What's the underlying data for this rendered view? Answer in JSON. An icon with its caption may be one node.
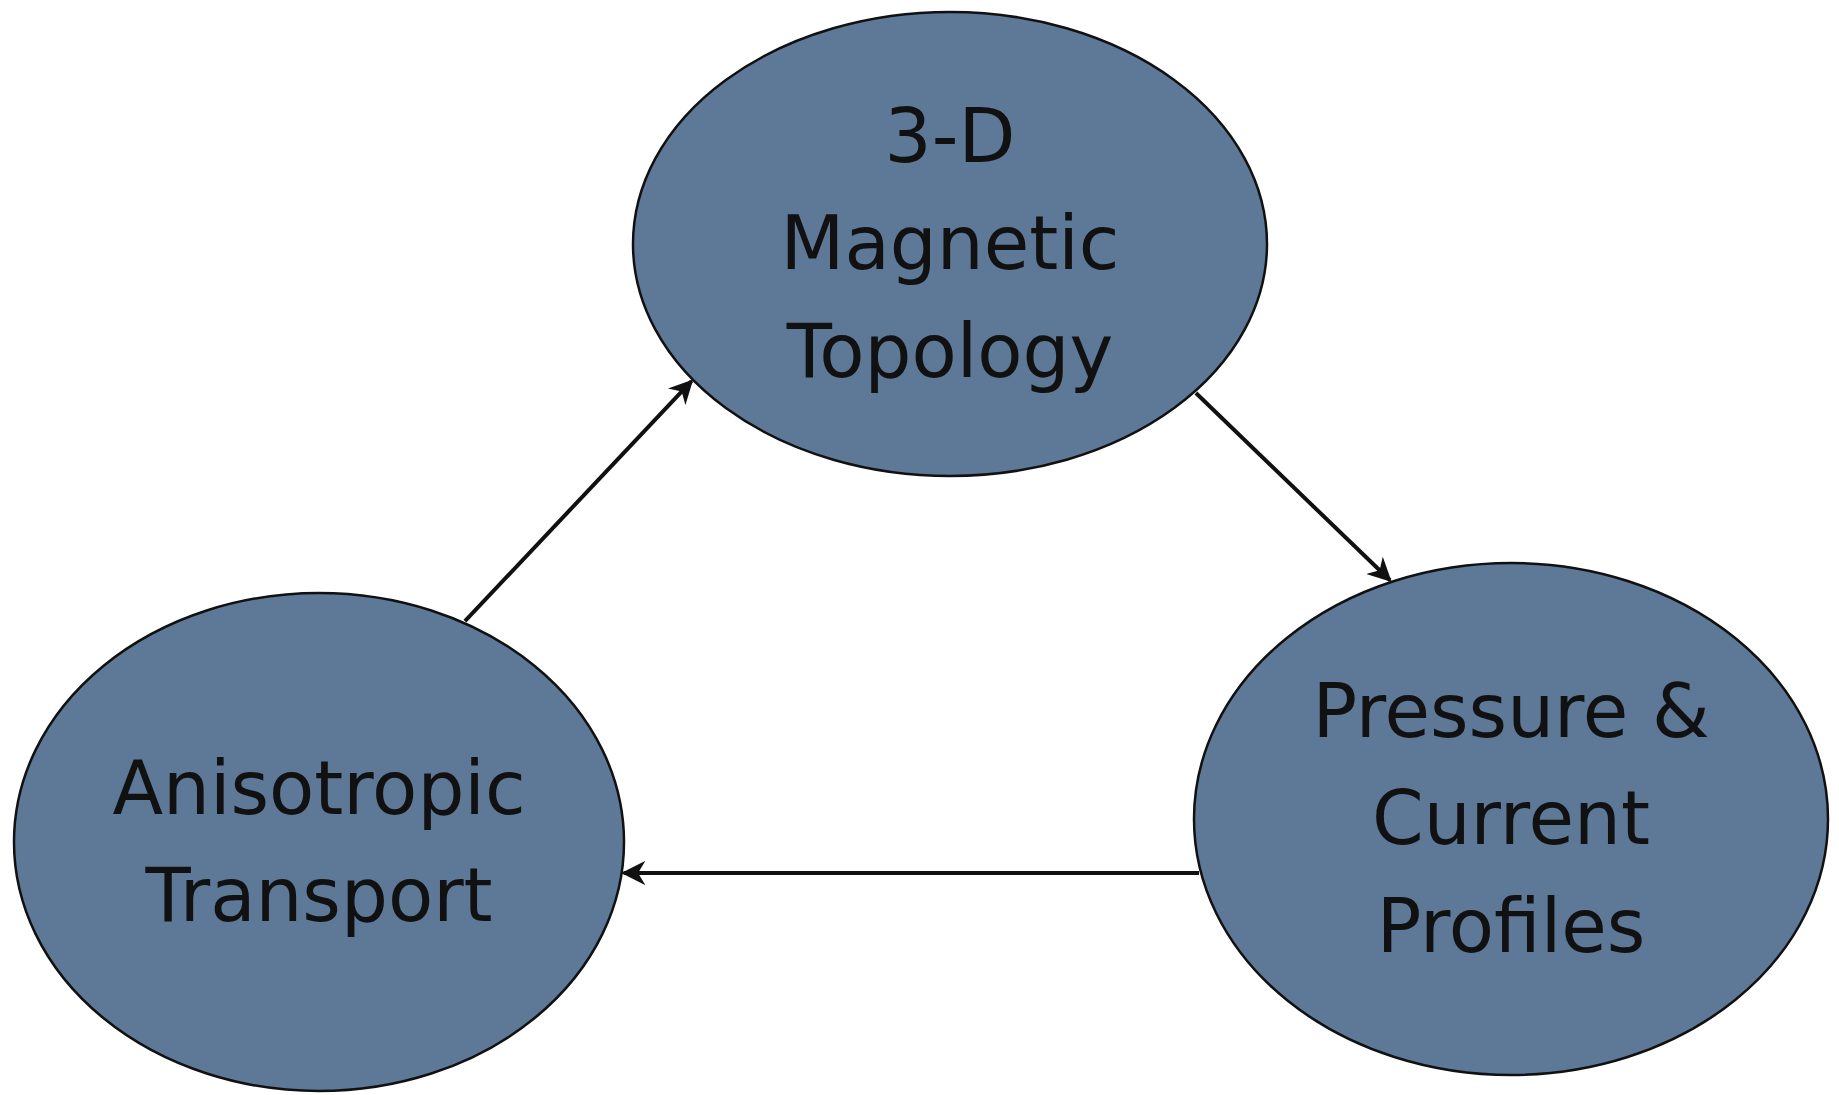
{
  "diagram": {
    "nodes": [
      {
        "text": [
          "3-D Magnetic Topology"
        ]
      },
      {
        "text": [
          "Pressure & Current Profiles"
        ]
      },
      {
        "text": [
          "Anisotropic Transport"
        ]
      }
    ],
    "edges": [
      {
        "from": 0,
        "to": 1,
        "arrow": "to"
      },
      {
        "from": 1,
        "to": 2,
        "arrow": "to"
      },
      {
        "from": 2,
        "to": 0,
        "arrow": "to"
      }
    ]
  }
}
